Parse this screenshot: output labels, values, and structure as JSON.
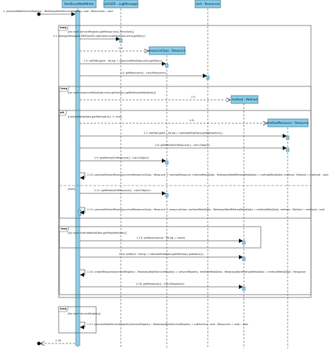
{
  "participants": [
    {
      "id": "writer",
      "label": "RestEasyWadlWriter"
    },
    {
      "id": "logger",
      "label": "LOGGER : LogMessages"
    },
    {
      "id": "root",
      "label": "root : Resources"
    },
    {
      "id": "resclass",
      "label": "resourceClass : Resource"
    },
    {
      "id": "method",
      "label": "method : Method"
    },
    {
      "id": "methodres",
      "label": "methodResource : Resource"
    }
  ],
  "frames": [
    {
      "tag": "loop",
      "guard": "[for each serviceRegistry.getResources().entrySet()]"
    },
    {
      "tag": "loop",
      "guard": "[for each resourceMetaData.entry.getValue().getMethodsMetaData()]"
    },
    {
      "tag": "alt",
      "guard": "[methodMetaData.getMethodUri() != null]"
    },
    {
      "tag": "",
      "guard": "[else]"
    },
    {
      "tag": "loop",
      "guard": "[for each methodMetaData.getHttpMethods()]"
    },
    {
      "tag": "loop",
      "guard": "[for each serviceRegistry]"
    }
  ],
  "messages": [
    {
      "id": "m1",
      "label": "1: processWadlServiceRegistry : RestEasyWadlServiceRegistry, root : Resources) : void"
    },
    {
      "id": "m1_1",
      "label": "1.1: debug(Messages.MESSAGES.pathIresourceMetaData.entry.getKey())"
    },
    {
      "id": "m1_2",
      "label": "1.2:"
    },
    {
      "id": "m1_3",
      "label": "1.3: setPath(path : String = resourceMetaData.entry.getKey())"
    },
    {
      "id": "m1_4",
      "label": "1.4: getResource() : List<Resource>"
    },
    {
      "id": "m1_5",
      "label": "1.5:"
    },
    {
      "id": "m1_6",
      "label": "1.6:"
    },
    {
      "id": "m1_7",
      "label": "1.7: setPath(path : String = methodMetaData.getMethodUri())"
    },
    {
      "id": "m1_8",
      "label": "1.8: getMethodOrResource() : List<Object>"
    },
    {
      "id": "m1_9",
      "label": "1.9: getMethodOrResource() : List<Object>"
    },
    {
      "id": "m1_10",
      "label": "1.10: processMethodParams(currentResourceClass : Resource = methodResource, methodMetaData : ResteasyWadlMethodMetaData = methodMetaData, method : Method = method) : void"
    },
    {
      "id": "m1_11",
      "label": "1.11: getMethodOrResource() : List<Object>"
    },
    {
      "id": "m1_12",
      "label": "1.12: processMethodParams(currentResourceClass : Resource = resourceClass, methodMetaData : ResteasyWadlMethodMetaData = methodMetaData, method : Method = method) : void"
    },
    {
      "id": "m1_13",
      "label": "1.13: setName(name : String = name)"
    },
    {
      "id": "m1_14",
      "label": "1.14: setId(id : String = methodMetaData.getMethod().getName())"
    },
    {
      "id": "m1_15",
      "label": "1.15: createResponse(serviceRegistry : ResteasyWadlServiceRegistry = serviceRegistry, methodMetaData : ResteasyWadlMethodMetaData = methodMetaData) : Response"
    },
    {
      "id": "m1_16",
      "label": "1.16: getResponse() : List<Response>"
    },
    {
      "id": "m1_17",
      "label": "1.17: processWadlServiceRegistry(serviceRegistry : ResteasyWadlServiceRegistry = subService, root : Resources = root) : void"
    },
    {
      "id": "m1_18",
      "label": "1.18:"
    }
  ]
}
